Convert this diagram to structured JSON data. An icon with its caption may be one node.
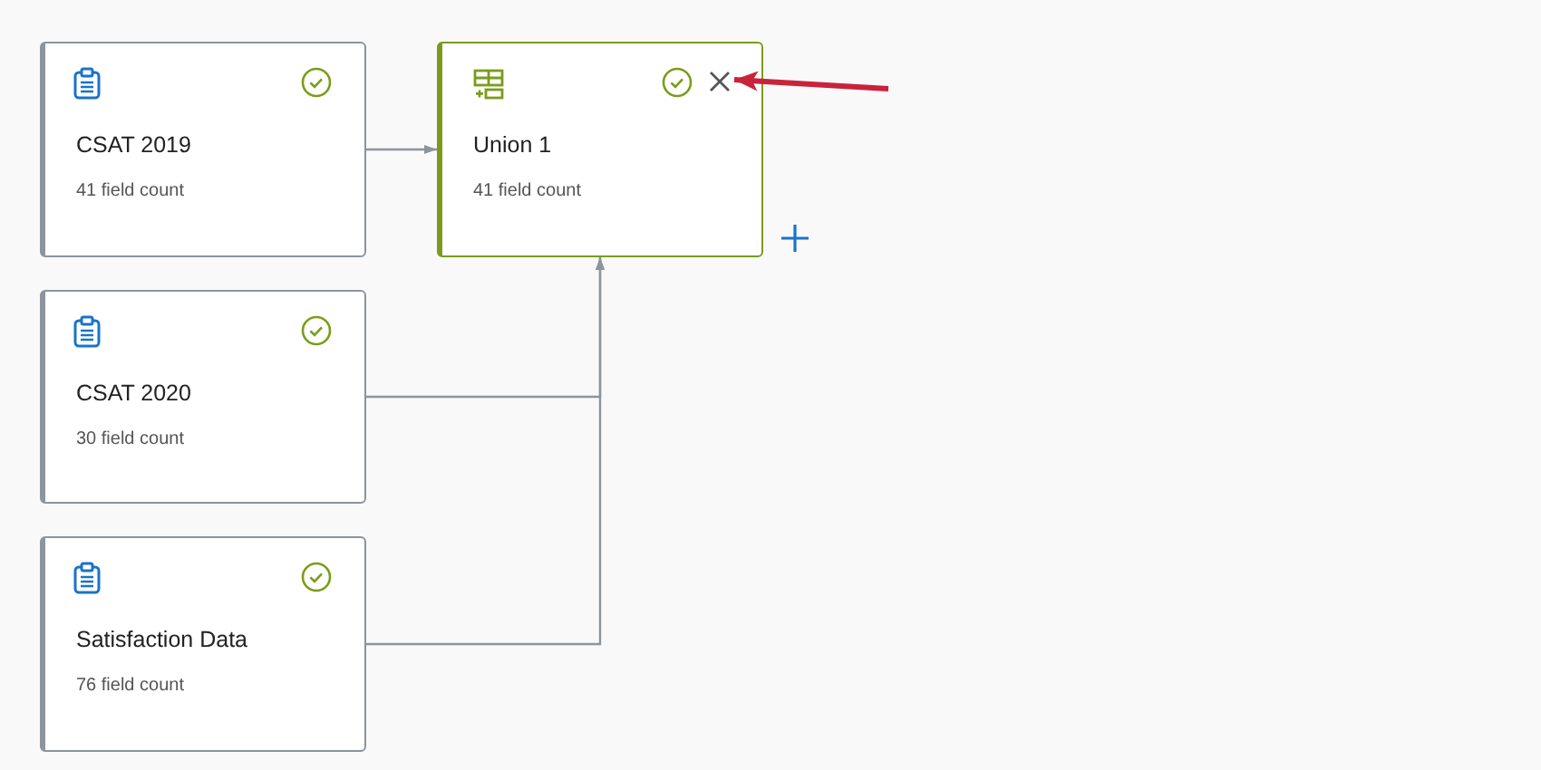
{
  "diagram": {
    "nodes": [
      {
        "text": [
          "CSAT 2019",
          "41 field count"
        ]
      },
      {
        "text": [
          "Union 1",
          "41 field count"
        ]
      },
      {
        "text": [
          "CSAT 2020",
          "30 field count"
        ]
      },
      {
        "text": [
          "Satisfaction Data",
          "76 field count"
        ]
      },
      {
        "text": [],
        "shape": "cross",
        "in": 1
      }
    ],
    "edges": [
      {
        "from": 0,
        "to": 1,
        "arrow": "to"
      },
      {
        "from": 2,
        "to": 1,
        "arrow": "to"
      },
      {
        "from": 3,
        "to": 1,
        "arrow": "to"
      },
      {
        "from": null,
        "to": 4,
        "arrow": "to",
        "style": "thick",
        "color": "#c8233a"
      }
    ]
  }
}
